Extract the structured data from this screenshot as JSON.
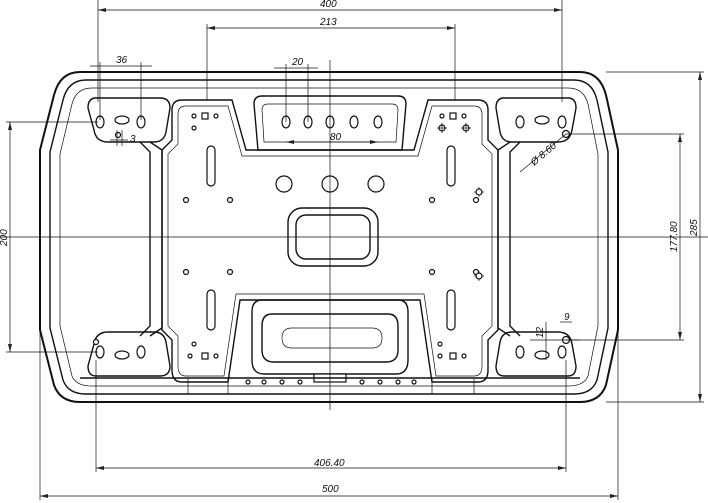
{
  "dimensions": {
    "overall_width": "500",
    "top_span_outer": "400",
    "top_span_inner": "213",
    "left_hole_pitch": "36",
    "left_hole_gap": "3",
    "center_hole_pitch": "20",
    "center_row_pitch": "80",
    "hole_diameter": "Ø 8.60",
    "height_left": "200",
    "height_right_inner": "177.80",
    "height_right_outer": "285",
    "bottom_span": "406.40",
    "small_vertical": "12",
    "small_horizontal": "9"
  },
  "colors": {
    "line": "#111111",
    "background": "#ffffff"
  }
}
